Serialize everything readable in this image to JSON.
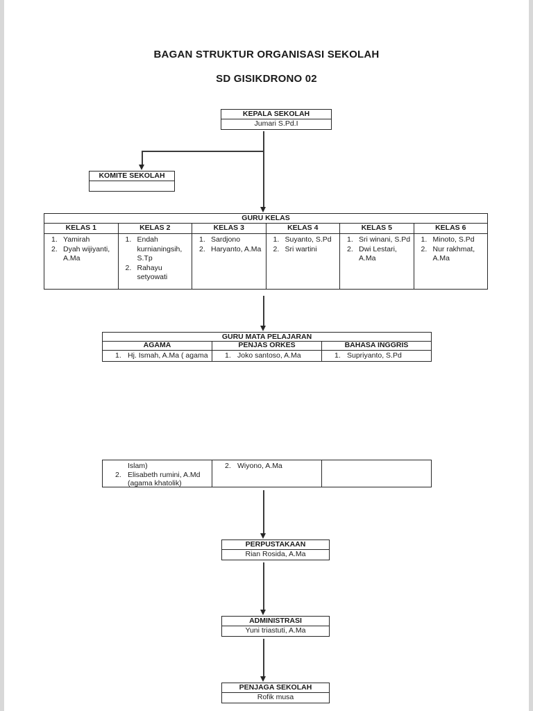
{
  "page": {
    "title": "BAGAN STRUKTUR ORGANISASI SEKOLAH",
    "subtitle": "SD GISIKDRONO 02"
  },
  "colors": {
    "page_background": "#ffffff",
    "margin_background": "#d8d8d8",
    "border": "#262626",
    "line": "#3a3a3a",
    "text": "#1a1a1a"
  },
  "boxes": {
    "kepala_sekolah": {
      "title": "KEPALA SEKOLAH",
      "name": "Jumari S.Pd.I"
    },
    "komite_sekolah": {
      "title": "KOMITE SEKOLAH",
      "name": ""
    },
    "perpustakaan": {
      "title": "PERPUSTAKAAN",
      "name": "Rian Rosida, A.Ma"
    },
    "administrasi": {
      "title": "ADMINISTRASI",
      "name": "Yuni triastuti, A.Ma"
    },
    "penjaga_sekolah": {
      "title": "PENJAGA SEKOLAH",
      "name": "Rofik musa"
    }
  },
  "guru_kelas": {
    "title": "GURU KELAS",
    "columns": [
      {
        "header": "KELAS 1",
        "members": [
          {
            "n": "1.",
            "t": "Yamirah"
          },
          {
            "n": "2.",
            "t": "Dyah wijiyanti, A.Ma"
          }
        ]
      },
      {
        "header": "KELAS 2",
        "members": [
          {
            "n": "1.",
            "t": "Endah kurnianingsih, S.Tp"
          },
          {
            "n": "2.",
            "t": "Rahayu setyowati"
          }
        ]
      },
      {
        "header": "KELAS 3",
        "members": [
          {
            "n": "1.",
            "t": "Sardjono"
          },
          {
            "n": "2.",
            "t": "Haryanto, A.Ma"
          }
        ]
      },
      {
        "header": "KELAS 4",
        "members": [
          {
            "n": "1.",
            "t": "Suyanto, S.Pd"
          },
          {
            "n": "2.",
            "t": "Sri wartini"
          }
        ]
      },
      {
        "header": "KELAS 5",
        "members": [
          {
            "n": "1.",
            "t": "Sri winani, S.Pd"
          },
          {
            "n": "2.",
            "t": "Dwi Lestari, A.Ma"
          }
        ]
      },
      {
        "header": "KELAS 6",
        "members": [
          {
            "n": "1.",
            "t": "Minoto, S.Pd"
          },
          {
            "n": "2.",
            "t": "Nur rakhmat, A.Ma"
          }
        ]
      }
    ]
  },
  "guru_mapel": {
    "title": "GURU MATA PELAJARAN",
    "headers": [
      "AGAMA",
      "PENJAS ORKES",
      "BAHASA INGGRIS"
    ],
    "row_top": {
      "agama": {
        "n": "1.",
        "t": "Hj. Ismah, A.Ma ( agama"
      },
      "penjas_orkes": {
        "n": "1.",
        "t": "Joko santoso, A.Ma"
      },
      "bahasa_inggris": {
        "n": "1.",
        "t": "Supriyanto, S.Pd"
      }
    },
    "row_continued": {
      "agama": [
        {
          "n": "",
          "t": "Islam)"
        },
        {
          "n": "2.",
          "t": "Elisabeth rumini, A.Md (agama khatolik)"
        }
      ],
      "penjas_orkes": [
        {
          "n": "2.",
          "t": "Wiyono, A.Ma"
        }
      ],
      "bahasa_inggris": []
    }
  }
}
